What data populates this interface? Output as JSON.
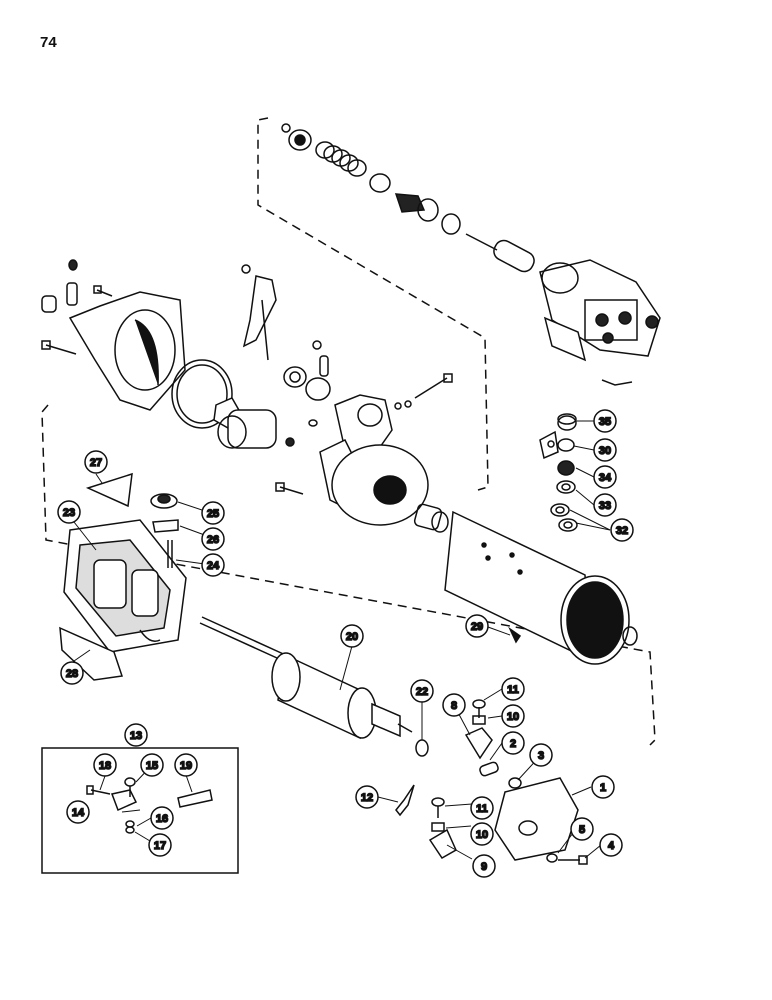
{
  "page_number": "74",
  "callouts": [
    "1",
    "2",
    "3",
    "4",
    "5",
    "8",
    "9",
    "10",
    "10",
    "11",
    "11",
    "12",
    "13",
    "14",
    "15",
    "16",
    "17",
    "18",
    "19",
    "20",
    "22",
    "23",
    "24",
    "25",
    "26",
    "27",
    "28",
    "29",
    "30",
    "32",
    "33",
    "34",
    "35"
  ]
}
